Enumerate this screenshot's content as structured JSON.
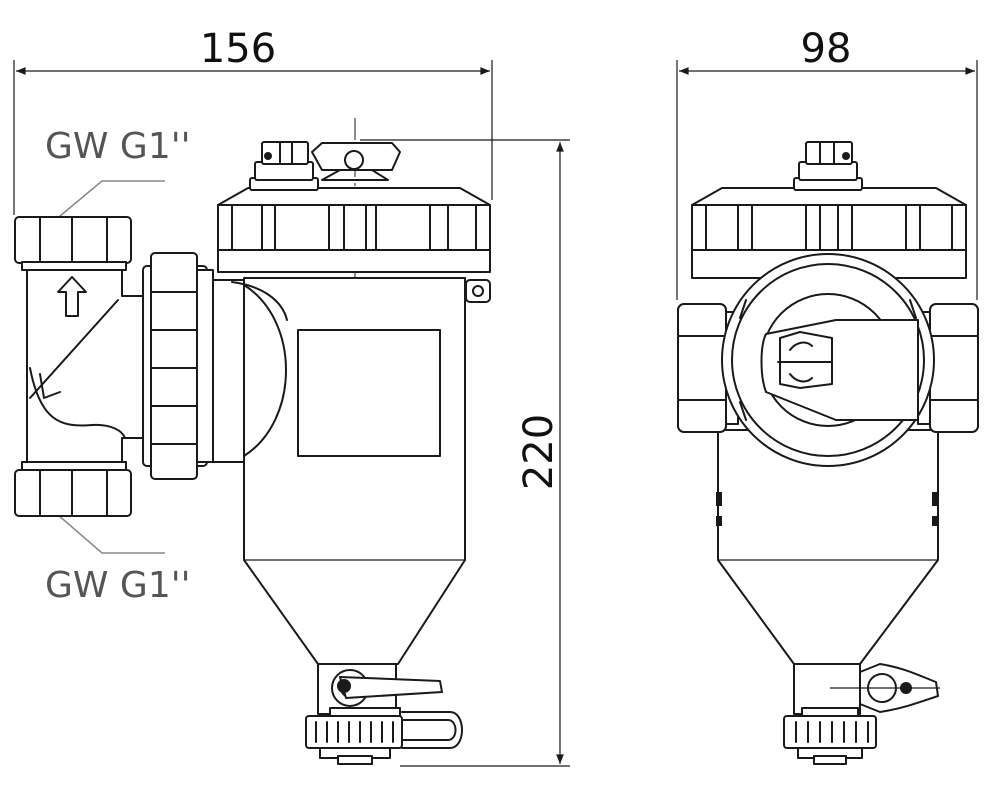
{
  "dimensions": {
    "width_front": "156",
    "width_side": "98",
    "height": "220"
  },
  "callouts": {
    "top_connection": "GW G1''",
    "bottom_connection": "GW G1''"
  },
  "colors": {
    "lines": "#1a1a1a",
    "leader": "#888888",
    "callout_text": "#555555"
  }
}
